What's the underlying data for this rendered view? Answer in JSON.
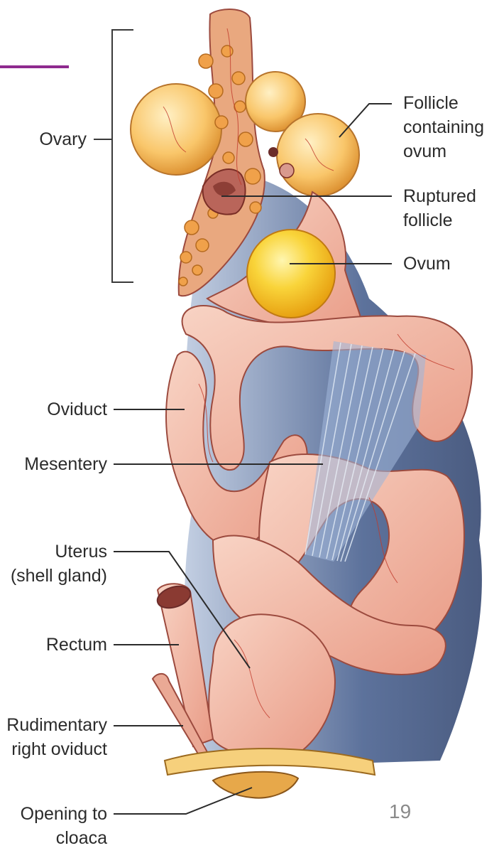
{
  "labels": {
    "ovary": "Ovary",
    "follicle_containing_ovum": "Follicle\ncontaining\novum",
    "ruptured_follicle": "Ruptured\nfollicle",
    "ovum": "Ovum",
    "oviduct": "Oviduct",
    "mesentery": "Mesentery",
    "uterus": "Uterus\n(shell gland)",
    "rectum": "Rectum",
    "rudimentary_right_oviduct": "Rudimentary\nright oviduct",
    "opening_to_cloaca": "Opening to\ncloaca"
  },
  "slide_number": "19",
  "colors": {
    "accent": "#8e2a8e",
    "tissue": "#f2b7a6",
    "tissue_outline": "#9c4a3e",
    "vessel": "#c0392b",
    "yolk": "#f7c21d",
    "follicle": "#f9c66a",
    "background_shadow": "#3d5a8a"
  }
}
